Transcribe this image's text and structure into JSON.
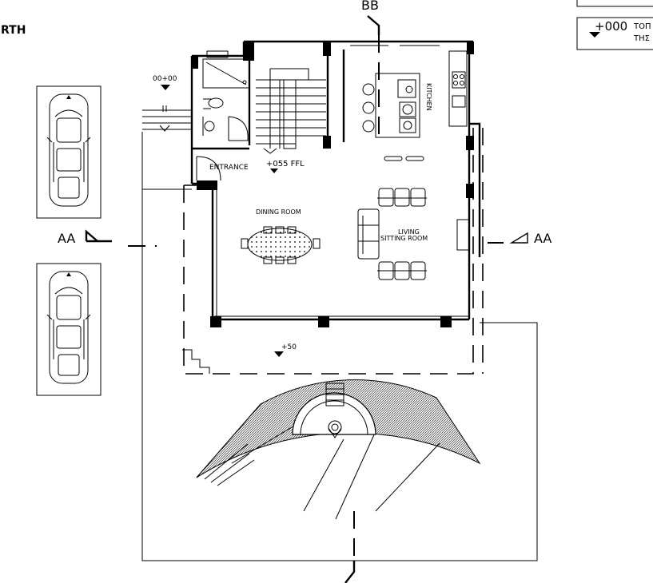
{
  "labels": {
    "north": "RTH",
    "section_bb": "BB",
    "section_aa_left": "AA",
    "section_aa_right": "AA",
    "level_entry_approach": "00+00",
    "level_ffl": "+055 FFL",
    "level_yard": "+50",
    "level_legend": "+000",
    "legend_text_1": "ΤΟΠ",
    "legend_text_2": "ΤΗΣ",
    "entrance": "ENTRANCE",
    "kitchen": "KITCHEN",
    "dining_room": "DINING  ROOM",
    "living_line1": "LIVING",
    "living_line2": "SITTING  ROOM"
  },
  "colors": {
    "ink": "#000000",
    "paper": "#ffffff",
    "hatch": "#555555"
  }
}
